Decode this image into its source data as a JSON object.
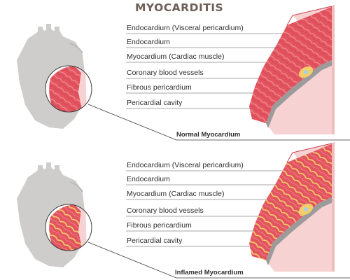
{
  "title": "MYOCARDITIS",
  "panels": [
    {
      "caption": "Normal Myocardium",
      "labels": [
        "Endocardium (Visceral pericardium)",
        "Endocardium",
        "Myocardium (Cardiac muscle)",
        "Coronary blood vessels",
        "Fibrous pericardium",
        "Pericardial cavity"
      ]
    },
    {
      "caption": "Inflamed Myocardium",
      "labels": [
        "Endocardium (Visceral pericardium)",
        "Endocardium",
        "Myocardium (Cardiac muscle)",
        "Coronary blood vessels",
        "Fibrous pericardium",
        "Pericardial cavity"
      ]
    }
  ],
  "colors": {
    "heart_gray": "#cfcdcc",
    "muscle": "#e2545f",
    "muscle_light": "#f28b8f",
    "pericardium": "#f6d2d2",
    "fibrous": "#9b9b9b",
    "inflamed_yellow": "#f3cd6c",
    "vessel_blue": "#9fd3e8",
    "text": "#2e2e2e",
    "title": "#6e5f57"
  },
  "icons": [
    "heart-outline-icon",
    "magnifier-circle-icon"
  ]
}
